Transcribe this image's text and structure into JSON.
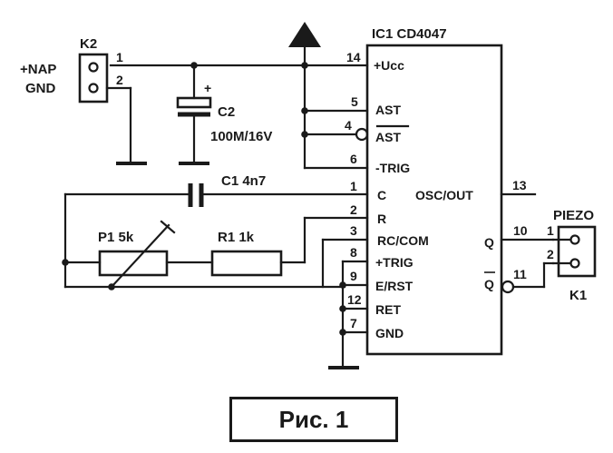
{
  "ic": {
    "title": "IC1 CD4047",
    "pins_left": [
      {
        "num": "14",
        "name": "+Ucc"
      },
      {
        "num": "5",
        "name": "AST"
      },
      {
        "num": "4",
        "name": "AST"
      },
      {
        "num": "6",
        "name": "-TRIG"
      },
      {
        "num": "1",
        "name": "C"
      },
      {
        "num": "2",
        "name": "R"
      },
      {
        "num": "3",
        "name": "RC/COM"
      },
      {
        "num": "8",
        "name": "+TRIG"
      },
      {
        "num": "9",
        "name": "E/RST"
      },
      {
        "num": "12",
        "name": "RET"
      },
      {
        "num": "7",
        "name": "GND"
      }
    ],
    "pins_right": [
      {
        "num": "13",
        "name": "OSC/OUT"
      },
      {
        "num": "10",
        "name": "Q"
      },
      {
        "num": "11",
        "name": "Q"
      }
    ]
  },
  "k2": {
    "label": "K2",
    "pin1": "1",
    "pin2": "2",
    "label_pos": "+NAP",
    "label_gnd": "GND"
  },
  "k1": {
    "label": "K1",
    "title": "PIEZO",
    "pin1": "1",
    "pin2": "2"
  },
  "c2": {
    "label": "C2",
    "value": "100M/16V",
    "polarity": "+"
  },
  "c1": {
    "label": "C1 4n7"
  },
  "p1": {
    "label": "P1 5k"
  },
  "r1": {
    "label": "R1 1k"
  },
  "caption": "Рис. 1"
}
